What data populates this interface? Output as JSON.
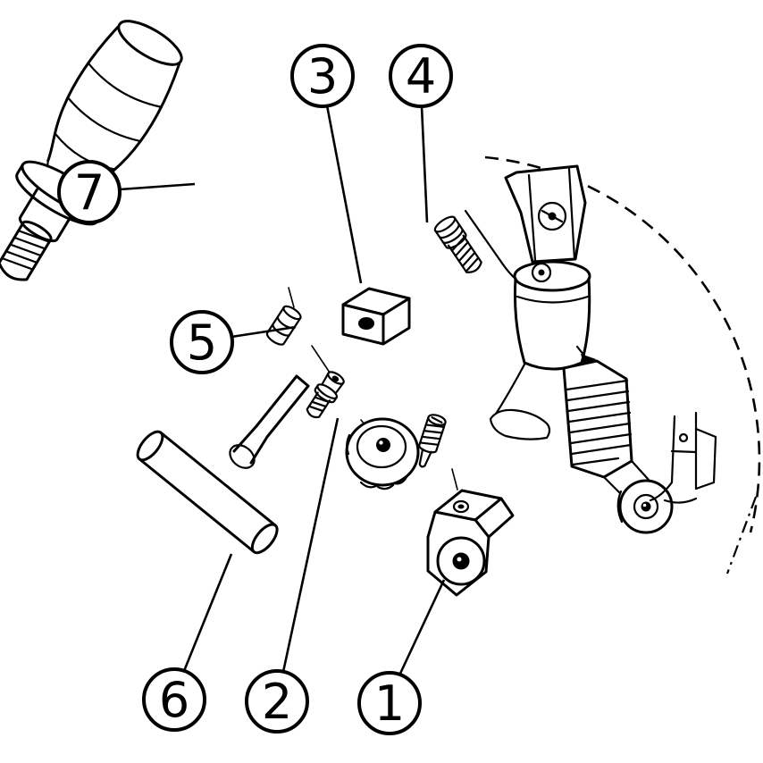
{
  "figure": {
    "background_color": "#ffffff",
    "line_color": "#000000",
    "callout_fill_color": "#ffffff",
    "callouts": [
      {
        "label": "1"
      },
      {
        "label": "2"
      },
      {
        "label": "3"
      },
      {
        "label": "4"
      },
      {
        "label": "5"
      },
      {
        "label": "6"
      },
      {
        "label": "7"
      }
    ]
  }
}
